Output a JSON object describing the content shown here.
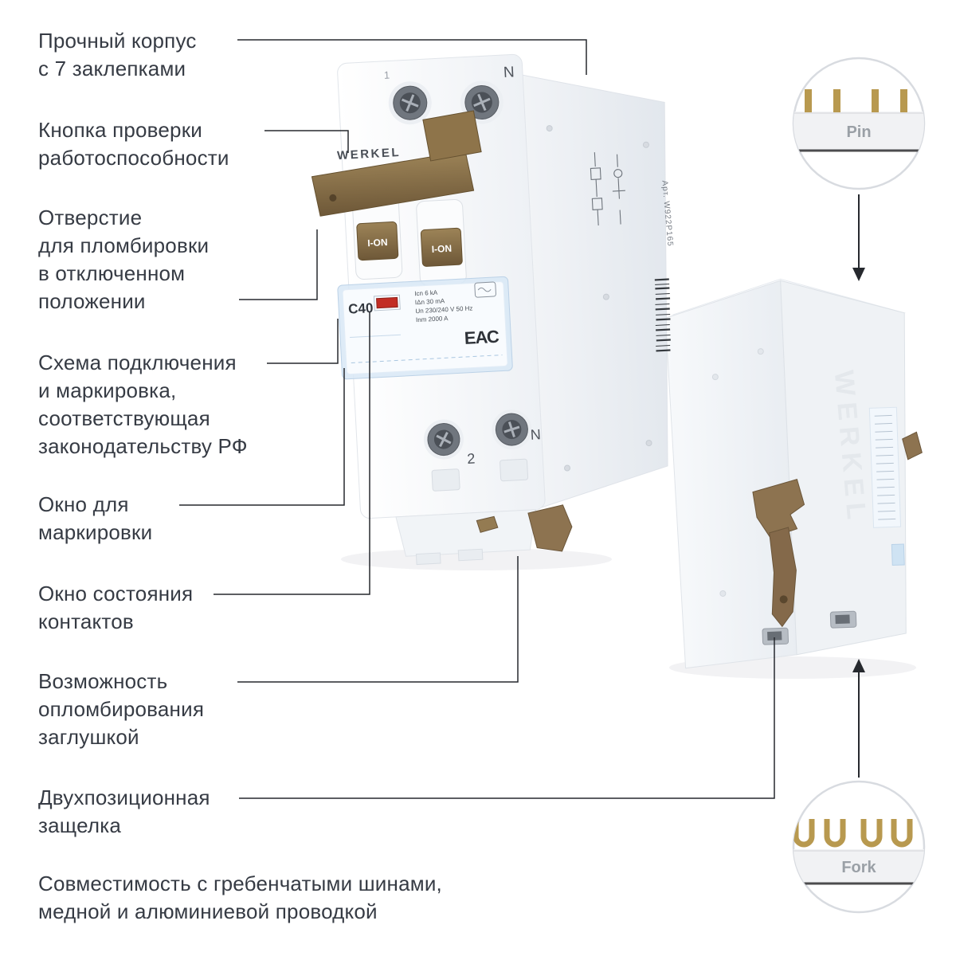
{
  "callouts": [
    {
      "id": "housing",
      "text": "Прочный корпус\nс 7 заклепками"
    },
    {
      "id": "test-button",
      "text": "Кнопка проверки\nработоспособности"
    },
    {
      "id": "seal-hole",
      "text": "Отверстие\nдля пломбировки\nв отключенном\nположении"
    },
    {
      "id": "wiring-diagram",
      "text": "Схема подключения\nи маркировка,\nсоответствующая\nзаконодательству РФ"
    },
    {
      "id": "marking-window",
      "text": "Окно для\nмаркировки"
    },
    {
      "id": "contact-window",
      "text": "Окно состояния\nконтактов"
    },
    {
      "id": "seal-plug",
      "text": "Возможность\nопломбирования\nзаглушкой"
    },
    {
      "id": "latch",
      "text": "Двухпозиционная\nзащелка"
    },
    {
      "id": "busbar",
      "text": "Совместимость с гребенчатыми шинами,\nмедной и алюминиевой проводкой"
    }
  ],
  "insets": {
    "pin_label": "Pin",
    "fork_label": "Fork"
  },
  "device_front": {
    "brand": "WERKEL",
    "lever_label_1": "I-ON",
    "lever_label_2": "I-ON",
    "rating": "C40",
    "spec_line_1": "Icn 6 kA",
    "spec_line_2": "IΔn 30 mA",
    "spec_line_3": "Un 230/240 V 50 Hz",
    "spec_line_4": "Inm 2000 A",
    "cert_mark": "ЕАС",
    "terminal_top_left": "1",
    "terminal_top_right": "N",
    "terminal_bottom_left": "2",
    "terminal_bottom_right": "N",
    "art_number": "Арт. W922P165"
  },
  "device_back": {
    "brand_embossed": "WERKEL"
  },
  "colors": {
    "text": "#363b44",
    "callout_line": "#26292e",
    "accent_brown": "#8d7350",
    "busbar_gold": "#b8994f",
    "label_blue": "#d8e7f6",
    "status_red": "#c22d24",
    "inset_label_gray": "#9aa0a6"
  }
}
